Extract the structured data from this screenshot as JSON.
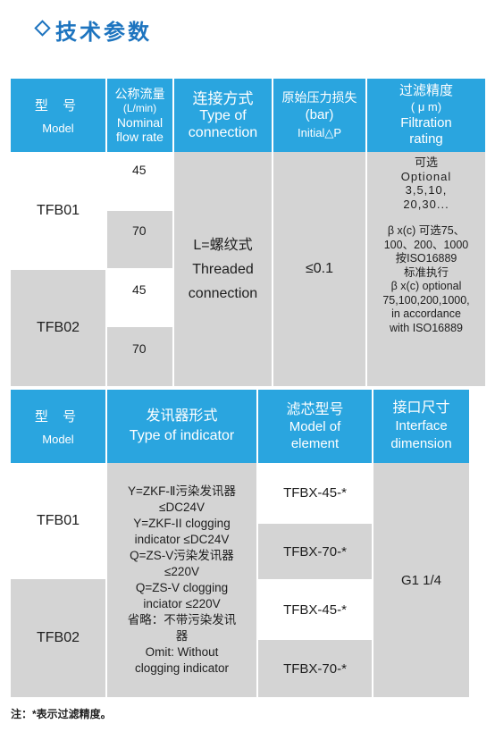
{
  "section_title": "技术参数",
  "table1": {
    "headers": {
      "model": [
        "型 号",
        "Model"
      ],
      "flow": [
        "公称流量",
        "(L/min)",
        "Nominal",
        "flow rate"
      ],
      "connection": [
        "连接方式",
        "Type of",
        "connection"
      ],
      "pressure": [
        "原始压力损失",
        "(bar)",
        "Initial△P"
      ],
      "filtration": [
        "过滤精度",
        "( μ m)",
        "Filtration",
        "rating"
      ]
    },
    "models": [
      "TFB01",
      "TFB02"
    ],
    "flow_rates": [
      "45",
      "70",
      "45",
      "70"
    ],
    "connection_value": [
      "L=螺纹式",
      "Threaded",
      "connection"
    ],
    "pressure_value": "≤0.1",
    "filtration_value": [
      "可选",
      "Optional",
      "3,5,10,",
      "20,30...",
      "",
      "β x(c) 可选75、",
      "100、200、1000",
      "按ISO16889",
      "标准执行",
      "β x(c) optional",
      "75,100,200,1000,",
      "in accordance",
      "with ISO16889"
    ]
  },
  "table2": {
    "headers": {
      "model": [
        "型 号",
        "Model"
      ],
      "indicator": [
        "发讯器形式",
        "Type of indicator"
      ],
      "element": [
        "滤芯型号",
        "Model of",
        "element"
      ],
      "interface": [
        "接口尺寸",
        "Interface",
        "dimension"
      ]
    },
    "models": [
      "TFB01",
      "TFB02"
    ],
    "indicator_value": [
      "Y=ZKF-Ⅱ污染发讯器",
      "≤DC24V",
      "Y=ZKF-II clogging",
      "indicator ≤DC24V",
      "Q=ZS-V污染发讯器",
      "≤220V",
      "Q=ZS-V clogging",
      "inciator ≤220V",
      "省略：不带污染发讯",
      "器",
      "Omit: Without",
      "clogging indicator"
    ],
    "elements": [
      "TFBX-45-*",
      "TFBX-70-*",
      "TFBX-45-*",
      "TFBX-70-*"
    ],
    "interface_value": "G1 1/4"
  },
  "note": "注：*表示过滤精度。"
}
